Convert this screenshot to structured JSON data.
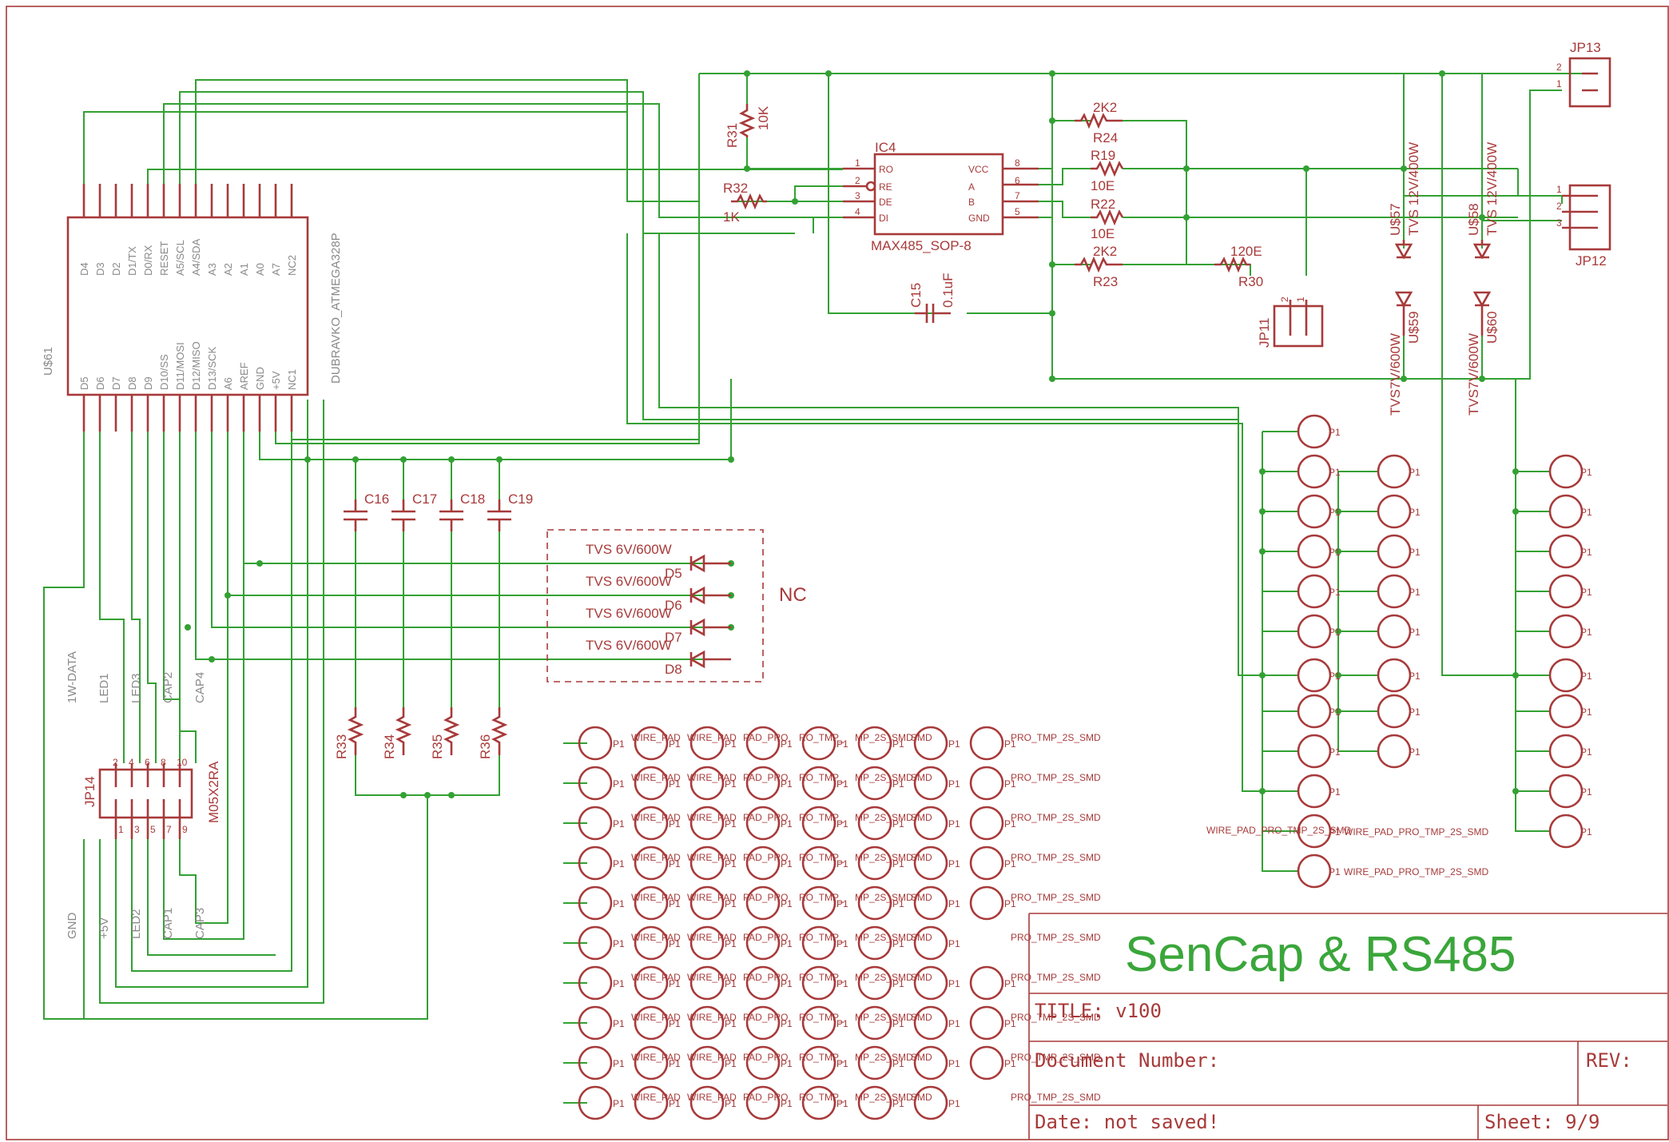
{
  "title_block": {
    "project": "SenCap & RS485",
    "title": "TITLE:  v100",
    "document_number": "Document Number:",
    "rev": "REV:",
    "date": "Date: not saved!",
    "sheet": "Sheet: 9/9"
  },
  "mcu": {
    "ref": "U$61",
    "value": "DUBRAVKO_ATMEGA328P",
    "top_pins": [
      "D4",
      "D3",
      "D2",
      "D1/TX",
      "D0/RX",
      "RESET",
      "A5/SCL",
      "A4/SDA",
      "A3",
      "A2",
      "A1",
      "A0",
      "A7",
      "NC2"
    ],
    "bottom_pins": [
      "D5",
      "D6",
      "D7",
      "D8",
      "D9",
      "D10/SS",
      "D11/MOSI",
      "D12/MISO",
      "D13/SCK",
      "A6",
      "AREF",
      "GND",
      "+5V",
      "NC1"
    ]
  },
  "transceiver": {
    "ref": "IC4",
    "value": "MAX485_SOP-8",
    "left_pins": [
      {
        "num": "1",
        "name": "RO"
      },
      {
        "num": "2",
        "name": "RE"
      },
      {
        "num": "3",
        "name": "DE"
      },
      {
        "num": "4",
        "name": "DI"
      }
    ],
    "right_pins": [
      {
        "num": "8",
        "name": "VCC"
      },
      {
        "num": "6",
        "name": "A"
      },
      {
        "num": "7",
        "name": "B"
      },
      {
        "num": "5",
        "name": "GND"
      }
    ]
  },
  "resistors": {
    "r31": {
      "ref": "R31",
      "value": "10K"
    },
    "r32": {
      "ref": "R32",
      "value": "1K"
    },
    "r24": {
      "ref": "R24",
      "value": "2K2"
    },
    "r19": {
      "ref": "R19",
      "value": "10E"
    },
    "r22": {
      "ref": "R22",
      "value": "10E"
    },
    "r23": {
      "ref": "R23",
      "value": "2K2"
    },
    "r30": {
      "ref": "R30",
      "value": "120E"
    },
    "r33": {
      "ref": "R33"
    },
    "r34": {
      "ref": "R34"
    },
    "r35": {
      "ref": "R35"
    },
    "r36": {
      "ref": "R36"
    }
  },
  "capacitors": {
    "c15": {
      "ref": "C15",
      "value": "0.1uF"
    },
    "c16": {
      "ref": "C16"
    },
    "c17": {
      "ref": "C17"
    },
    "c18": {
      "ref": "C18"
    },
    "c19": {
      "ref": "C19"
    }
  },
  "tvs_nc": {
    "label": "NC",
    "value": "TVS 6V/600W",
    "refs": [
      "D5",
      "D6",
      "D7",
      "D8"
    ]
  },
  "tvs_bus": {
    "u57": {
      "ref": "U$57",
      "value": "TVS 12V/400W"
    },
    "u58": {
      "ref": "U$58",
      "value": "TVS 12V/400W"
    },
    "u59": {
      "ref": "U$59",
      "value": "TVS7V/600W"
    },
    "u60": {
      "ref": "U$60",
      "value": "TVS7V/600W"
    }
  },
  "connectors": {
    "jp13": {
      "ref": "JP13",
      "pins": [
        "2",
        "1"
      ]
    },
    "jp12": {
      "ref": "JP12",
      "pins": [
        "1",
        "2",
        "3"
      ]
    },
    "jp11": {
      "ref": "JP11",
      "pins": [
        "2",
        "1"
      ]
    },
    "jp14": {
      "ref": "JP14",
      "value": "M05X2RA",
      "top_pins": [
        "2",
        "4",
        "6",
        "8",
        "10"
      ],
      "bottom_pins": [
        "1",
        "3",
        "5",
        "7",
        "9"
      ]
    }
  },
  "net_labels": {
    "top": [
      "1W-DATA",
      "LED1",
      "LED3",
      "CAP2",
      "CAP4"
    ],
    "bottom": [
      "GND",
      "+5V",
      "LED2",
      "CAP1",
      "CAP3"
    ]
  },
  "pads": {
    "pad_ref": "P1",
    "pad_value": "WIRE_PAD_PRO_TMP_2S_SMD",
    "grid_row_label_short": "WIRE_PAD",
    "grid_row_label_tail": "PRO_TMP_2S_SMD",
    "grid_overlap_fragments": [
      "WIRE_PAD",
      "PAD_PRO",
      "RO_TMP_",
      "MP_2S_SMD",
      "SMD"
    ]
  }
}
